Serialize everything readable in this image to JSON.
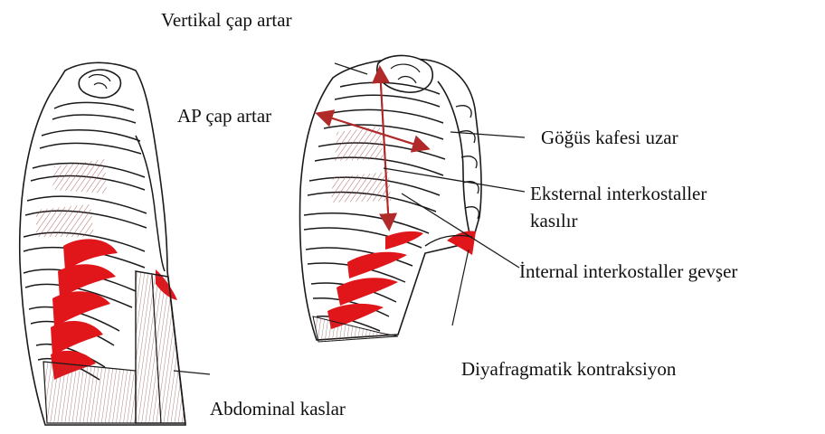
{
  "labels": {
    "vertical": "Vertikal çap artar",
    "ap": "AP çap artar",
    "ribcage": "Göğüs kafesi uzar",
    "external_line1": "Eksternal interkostaller",
    "external_line2": "kasılır",
    "internal": "İnternal interkostaller gevşer",
    "diaphragm": "Diyafragmatik kontraksiyon",
    "abdominal": "Abdominal kaslar"
  },
  "colors": {
    "muscle": "#e0161b",
    "arrow": "#b02a2a",
    "outline": "#1a1a1a",
    "hatch": "#9c4040"
  }
}
